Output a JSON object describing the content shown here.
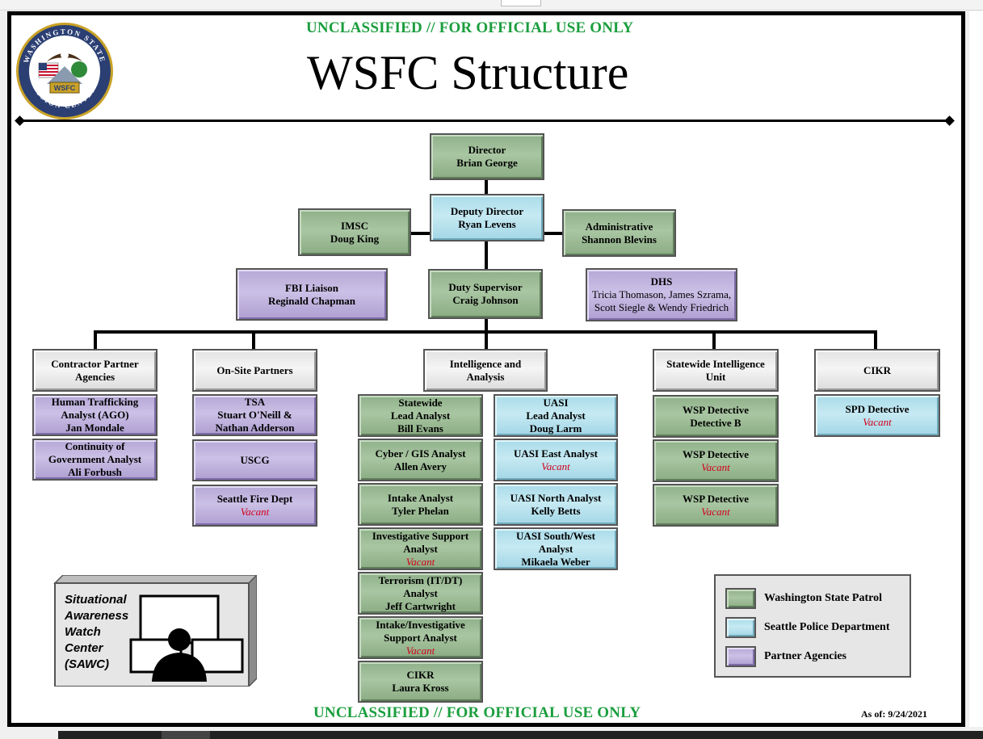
{
  "classification": "UNCLASSIFIED // FOR OFFICIAL USE ONLY",
  "title": "WSFC Structure",
  "seal": {
    "top_text": "WASHINGTON STATE",
    "bottom_text": "FUSION CENTER",
    "badge": "WSFC"
  },
  "org": {
    "director": {
      "role": "Director",
      "name": "Brian George"
    },
    "deputy": {
      "role": "Deputy Director",
      "name": "Ryan Levens"
    },
    "imsc": {
      "role": "IMSC",
      "name": "Doug King"
    },
    "admin": {
      "role": "Administrative",
      "name": "Shannon Blevins"
    },
    "fbi": {
      "role": "FBI Liaison",
      "name": "Reginald Chapman"
    },
    "duty": {
      "role": "Duty Supervisor",
      "name": "Craig Johnson"
    },
    "dhs": {
      "role": "DHS",
      "line1": "Tricia Thomason, James Szrama,",
      "line2": "Scott Siegle & Wendy Friedrich"
    }
  },
  "columns": {
    "contractor": {
      "header1": "Contractor Partner",
      "header2": "Agencies",
      "items": [
        {
          "l1": "Human Trafficking",
          "l2": "Analyst (AGO)",
          "l3": "Jan Mondale"
        },
        {
          "l1": "Continuity of",
          "l2": "Government Analyst",
          "l3": "Ali Forbush"
        }
      ]
    },
    "onsite": {
      "header": "On-Site Partners",
      "tsa": {
        "l1": "TSA",
        "l2": "Stuart O'Neill &",
        "l3": "Nathan Adderson"
      },
      "uscg": "USCG",
      "fire": {
        "l1": "Seattle Fire Dept",
        "vacant": "Vacant"
      }
    },
    "intel": {
      "header1": "Intelligence and",
      "header2": "Analysis",
      "wsp": [
        {
          "l1": "Statewide",
          "l2": "Lead Analyst",
          "l3": "Bill Evans"
        },
        {
          "l1": "Cyber / GIS Analyst",
          "l2": "Allen Avery"
        },
        {
          "l1": "Intake Analyst",
          "l2": "Tyler Phelan"
        },
        {
          "l1": "Investigative Support",
          "l2": "Analyst",
          "vacant": "Vacant"
        },
        {
          "l1": "Terrorism (IT/DT)",
          "l2": "Analyst",
          "l3": "Jeff Cartwright"
        },
        {
          "l1": "Intake/Investigative",
          "l2": "Support Analyst",
          "vacant": "Vacant"
        },
        {
          "l1": "CIKR",
          "l2": "Laura Kross"
        }
      ],
      "uasi": [
        {
          "l1": "UASI",
          "l2": "Lead Analyst",
          "l3": "Doug Larm"
        },
        {
          "l1": "UASI East Analyst",
          "vacant": "Vacant"
        },
        {
          "l1": "UASI North Analyst",
          "l2": "Kelly Betts"
        },
        {
          "l1": "UASI South/West",
          "l2": "Analyst",
          "l3": "Mikaela Weber"
        }
      ]
    },
    "siu": {
      "header1": "Statewide Intelligence",
      "header2": "Unit",
      "items": [
        {
          "l1": "WSP Detective",
          "l2": "Detective B"
        },
        {
          "l1": "WSP Detective",
          "vacant": "Vacant"
        },
        {
          "l1": "WSP Detective",
          "vacant": "Vacant"
        }
      ]
    },
    "cikr": {
      "header": "CIKR",
      "spd": {
        "l1": "SPD Detective",
        "vacant": "Vacant"
      }
    }
  },
  "legend": [
    {
      "label": "Washington State Patrol",
      "color": "#9bbb95"
    },
    {
      "label": "Seattle Police Department",
      "color": "#b4e1ee"
    },
    {
      "label": "Partner Agencies",
      "color": "#bfb3dd"
    }
  ],
  "sawc": {
    "l1": "Situational",
    "l2": "Awareness",
    "l3": "Watch",
    "l4": "Center",
    "l5": "(SAWC)"
  },
  "as_of": "As of: 9/24/2021",
  "colors": {
    "classification": "#1b9e3e",
    "vacant": "#d2001a"
  }
}
